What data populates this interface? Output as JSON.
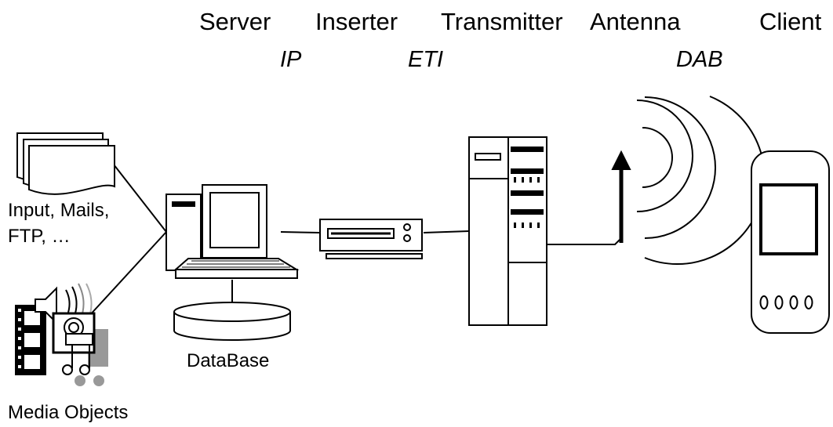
{
  "headers": {
    "server": "Server",
    "inserter": "Inserter",
    "transmitter": "Transmitter",
    "antenna": "Antenna",
    "client": "Client"
  },
  "protocols": {
    "ip": "IP",
    "eti": "ETI",
    "dab": "DAB"
  },
  "labels": {
    "input_line1": "Input, Mails,",
    "input_line2": "FTP, …",
    "media_objects": "Media Objects",
    "database": "DataBase"
  }
}
